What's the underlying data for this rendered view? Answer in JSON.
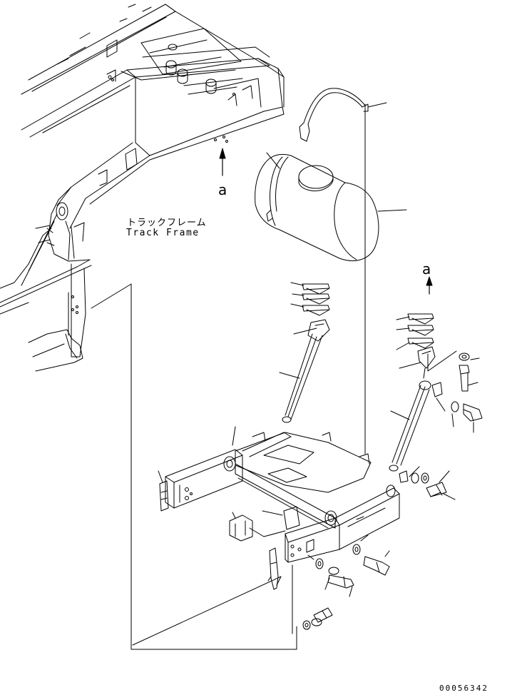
{
  "labels": {
    "frame_jp": "トラックフレーム",
    "frame_en": "Track Frame",
    "view_arrow_1": "a",
    "view_arrow_2": "a",
    "figure_number": "00056342"
  },
  "colors": {
    "line": "#000000",
    "background": "#ffffff"
  }
}
